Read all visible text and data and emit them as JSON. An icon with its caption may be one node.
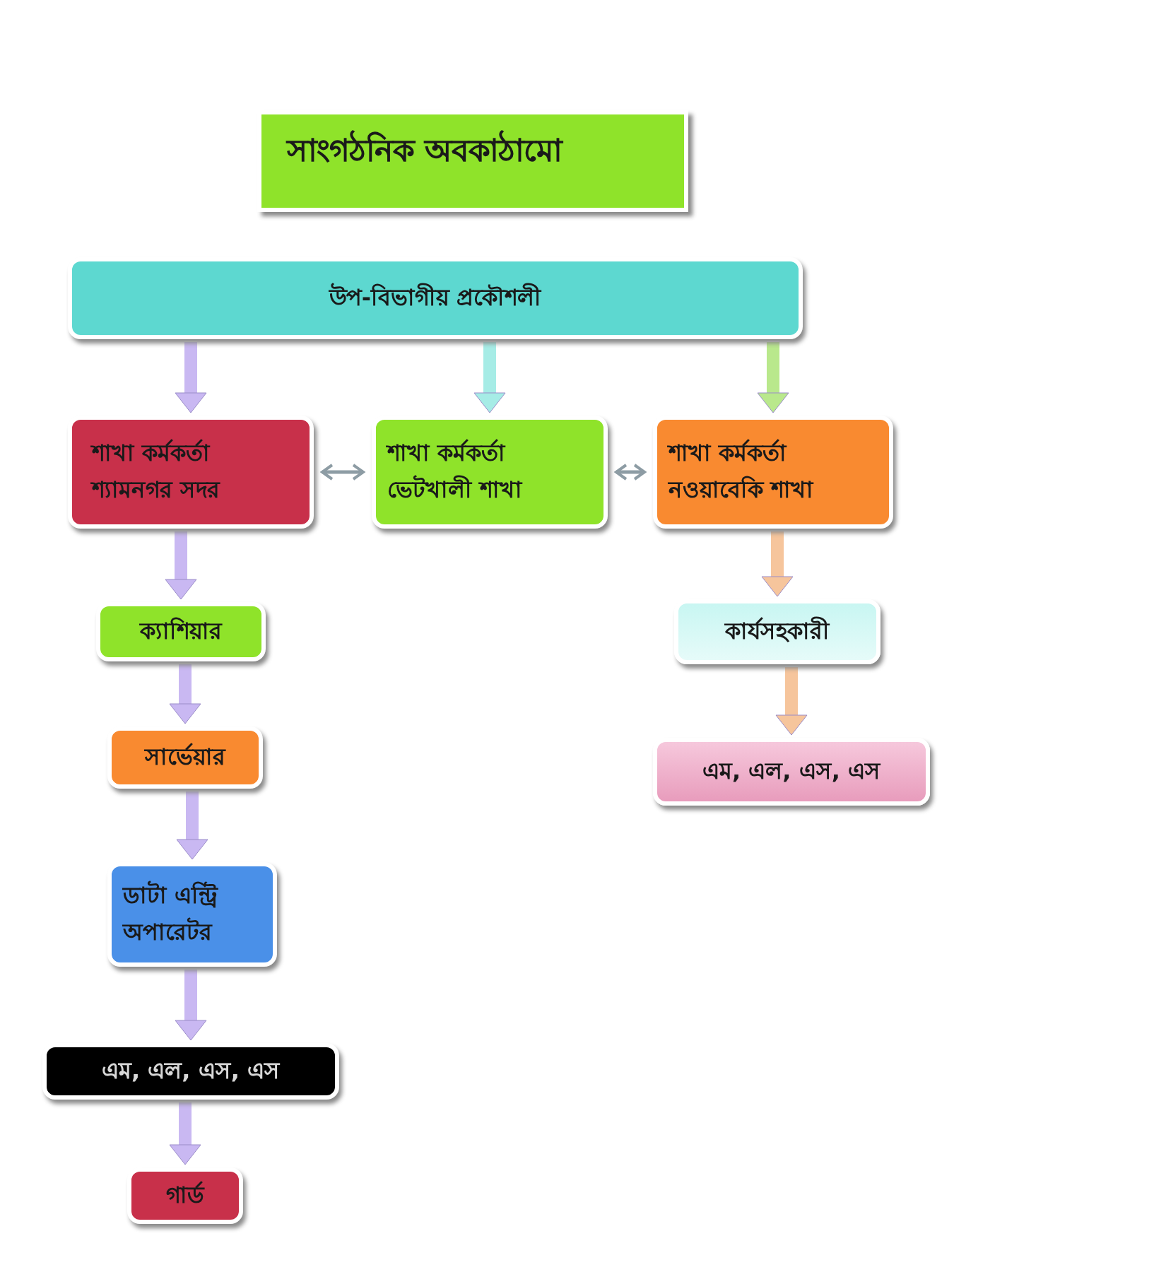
{
  "diagram": {
    "title": "সাংগঠনিক অবকাঠামো",
    "nodes": [
      {
        "text": [
          "উপ-বিভাগীয় প্রকৌশলী"
        ]
      },
      {
        "text": [
          "শাখা কর্মকর্তা শ্যামনগর সদর"
        ]
      },
      {
        "text": [
          "শাখা কর্মকর্তা ভেটখালী শাখা"
        ]
      },
      {
        "text": [
          "শাখা কর্মকর্তা নওয়াবেকি শাখা"
        ]
      },
      {
        "text": [
          "ক্যাশিয়ার"
        ]
      },
      {
        "text": [
          "সার্ভেয়ার"
        ]
      },
      {
        "text": [
          "ডাটা এন্ট্রি অপারেটর"
        ]
      },
      {
        "text": [
          "এম, এল, এস, এস"
        ]
      },
      {
        "text": [
          "গার্ড"
        ]
      },
      {
        "text": [
          "কার্যসহকারী"
        ]
      },
      {
        "text": [
          "এম, এল, এস, এস"
        ]
      }
    ],
    "edges": [
      {
        "from": 0,
        "to": 1,
        "arrow": "to"
      },
      {
        "from": 0,
        "to": 2,
        "arrow": "to",
        "color": "#a6ece6"
      },
      {
        "from": 0,
        "to": 3,
        "arrow": "to",
        "color": "#b9e88c"
      },
      {
        "from": 1,
        "to": 2,
        "arrow": "both",
        "color": "#8d9ca4"
      },
      {
        "from": 2,
        "to": 3,
        "arrow": "both",
        "color": "#8d9ca4"
      },
      {
        "from": 1,
        "to": 4,
        "arrow": "to"
      },
      {
        "from": 4,
        "to": 5,
        "arrow": "to"
      },
      {
        "from": 5,
        "to": 6,
        "arrow": "to"
      },
      {
        "from": 6,
        "to": 7,
        "arrow": "to"
      },
      {
        "from": 7,
        "to": 8,
        "arrow": "to"
      },
      {
        "from": 3,
        "to": 9,
        "arrow": "to",
        "color": "#f6c59c"
      },
      {
        "from": 9,
        "to": 10,
        "arrow": "to",
        "color": "#f6c59c"
      }
    ]
  }
}
